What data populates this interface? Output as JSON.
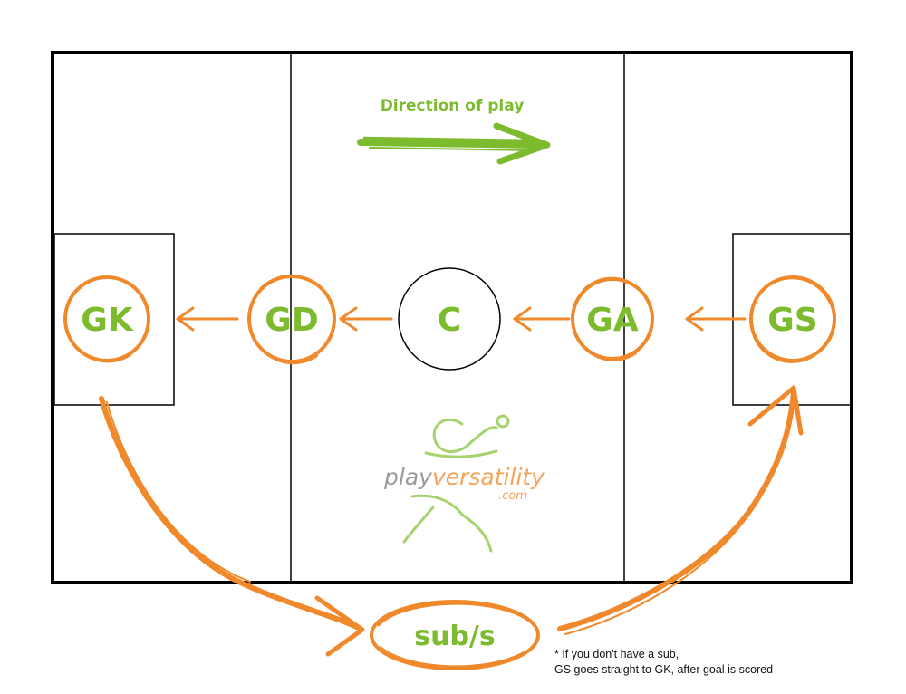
{
  "direction_label": "Direction of play",
  "positions": {
    "gk": "GK",
    "gd": "GD",
    "c": "C",
    "ga": "GA",
    "gs": "GS"
  },
  "sub_label": "sub/s",
  "logo": {
    "play": "play",
    "versatility": "versatility",
    "domain": ".com"
  },
  "note": {
    "line1": "* If you don't have a sub,",
    "line2": "GS goes straight to GK, after goal is scored"
  },
  "colors": {
    "green": "#7dbb2e",
    "orange": "#f0892b",
    "court_line": "#000000"
  }
}
